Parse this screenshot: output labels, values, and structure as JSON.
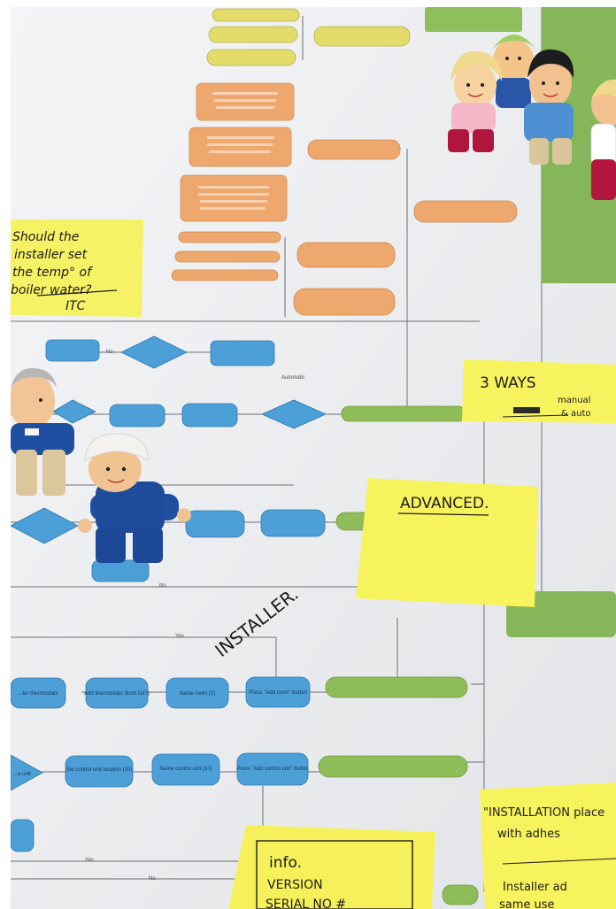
{
  "photo": {
    "description_colors": {
      "paper": "#eef0f2",
      "flow_blue": "#4a9fd6",
      "flow_green": "#8dbb57",
      "flow_orange": "#eda46a",
      "flow_yellow": "#e4de6a",
      "sticky_yellow": "#f5f25c"
    },
    "labels": {
      "blue_node_1": "Set control unit location (10)",
      "blue_node_2": "Name control unit (10)",
      "blue_node_3": "Press \"Add control unit\" button",
      "blue_node_4": "Add thermostats (from list?)",
      "blue_node_5": "Name room (2)",
      "blue_node_6": "Press \"Add room\" button",
      "blue_node_7": "...ter thermostats",
      "blue_node_8": "...e unit",
      "edge_yes_1": "Yes",
      "edge_no_1": "No",
      "edge_yes_2": "Yes",
      "edge_no_2": "No",
      "edge_no_3": "No",
      "edge_auto": "Automatic"
    }
  },
  "sticky_notes": {
    "note_left": {
      "lines": [
        "Should the",
        "installer set",
        "the temp° of",
        "boiler water?",
        "ITC"
      ]
    },
    "note_ways": {
      "lines": [
        "3 WAYS",
        "manual",
        "& auto"
      ]
    },
    "note_advanced": {
      "lines": [
        "ADVANCED."
      ]
    },
    "note_info": {
      "lines": [
        "info.",
        "VERSION",
        "SERIAL NO #"
      ]
    },
    "note_install": {
      "lines": [
        "\"INSTALLATION place",
        "with adhes",
        "Installer ad",
        "same use"
      ]
    }
  },
  "paper_writing": {
    "text": "INSTALLER."
  }
}
